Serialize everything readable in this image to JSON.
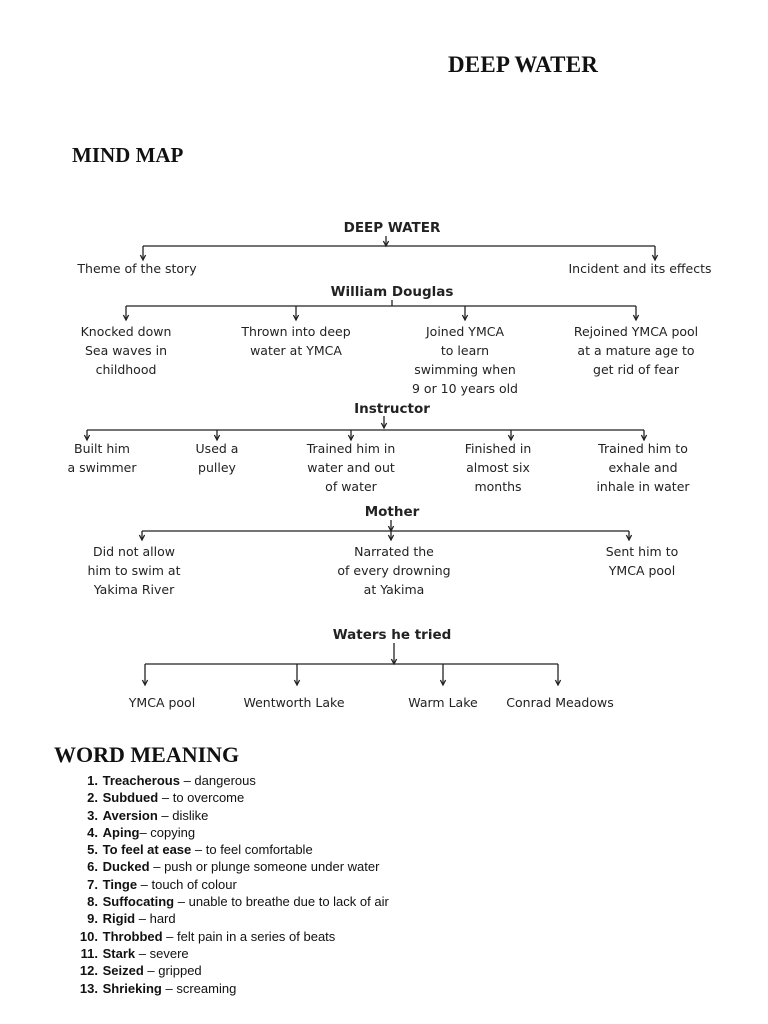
{
  "document": {
    "title": "DEEP WATER",
    "mind_map_heading": "MIND MAP",
    "word_meaning_heading": "WORD MEANING"
  },
  "mind_map": {
    "root": "DEEP WATER",
    "theme": "Theme of the story",
    "incident": "Incident and its effects",
    "hubs": {
      "william": "William Douglas",
      "instructor": "Instructor",
      "mother": "Mother",
      "waters": "Waters he tried"
    },
    "william_items": [
      [
        "Knocked down",
        "Sea waves in",
        "childhood"
      ],
      [
        "Thrown into deep",
        "water at YMCA"
      ],
      [
        "Joined YMCA",
        "to learn",
        "swimming when",
        "9 or 10 years old"
      ],
      [
        "Rejoined YMCA pool",
        "at a mature age to",
        "get rid of fear"
      ]
    ],
    "instructor_items": [
      [
        "Built him",
        "a swimmer"
      ],
      [
        "Used a",
        "pulley"
      ],
      [
        "Trained him in",
        "water and out",
        "of water"
      ],
      [
        "Finished in",
        "almost six",
        "months"
      ],
      [
        "Trained him to",
        "exhale and",
        "inhale in water"
      ]
    ],
    "mother_items": [
      [
        "Did not allow",
        "him to swim at",
        "Yakima River"
      ],
      [
        "Narrated the",
        "of every drowning",
        "at Yakima"
      ],
      [
        "Sent him to",
        "YMCA pool"
      ]
    ],
    "waters_items": [
      "YMCA pool",
      "Wentworth Lake",
      "Warm Lake",
      "Conrad Meadows"
    ]
  },
  "word_meanings": [
    {
      "num": "1.",
      "term": "Treacherous",
      "sep": " – ",
      "meaning": "dangerous"
    },
    {
      "num": "2.",
      "term": "Subdued",
      "sep": " – ",
      "meaning": "to overcome"
    },
    {
      "num": "3.",
      "term": "Aversion",
      "sep": " – ",
      "meaning": "dislike"
    },
    {
      "num": "4.",
      "term": "Aping",
      "sep": "– ",
      "meaning": "copying"
    },
    {
      "num": "5.",
      "term": "To feel at ease",
      "sep": " – ",
      "meaning": "to feel comfortable"
    },
    {
      "num": "6.",
      "term": "Ducked",
      "sep": " – ",
      "meaning": "push or plunge someone under water"
    },
    {
      "num": "7.",
      "term": "Tinge",
      "sep": " – ",
      "meaning": "touch of colour"
    },
    {
      "num": "8.",
      "term": "Suffocating",
      "sep": " – ",
      "meaning": "unable to breathe due to lack of air"
    },
    {
      "num": "9.",
      "term": "Rigid",
      "sep": " – ",
      "meaning": "hard"
    },
    {
      "num": "10.",
      "term": "Throbbed",
      "sep": " – ",
      "meaning": "felt pain in a series of beats"
    },
    {
      "num": "11.",
      "term": "Stark",
      "sep": " – ",
      "meaning": "severe"
    },
    {
      "num": "12.",
      "term": "Seized",
      "sep": " – ",
      "meaning": "gripped"
    },
    {
      "num": "13.",
      "term": "Shrieking",
      "sep": " – ",
      "meaning": "screaming"
    }
  ]
}
